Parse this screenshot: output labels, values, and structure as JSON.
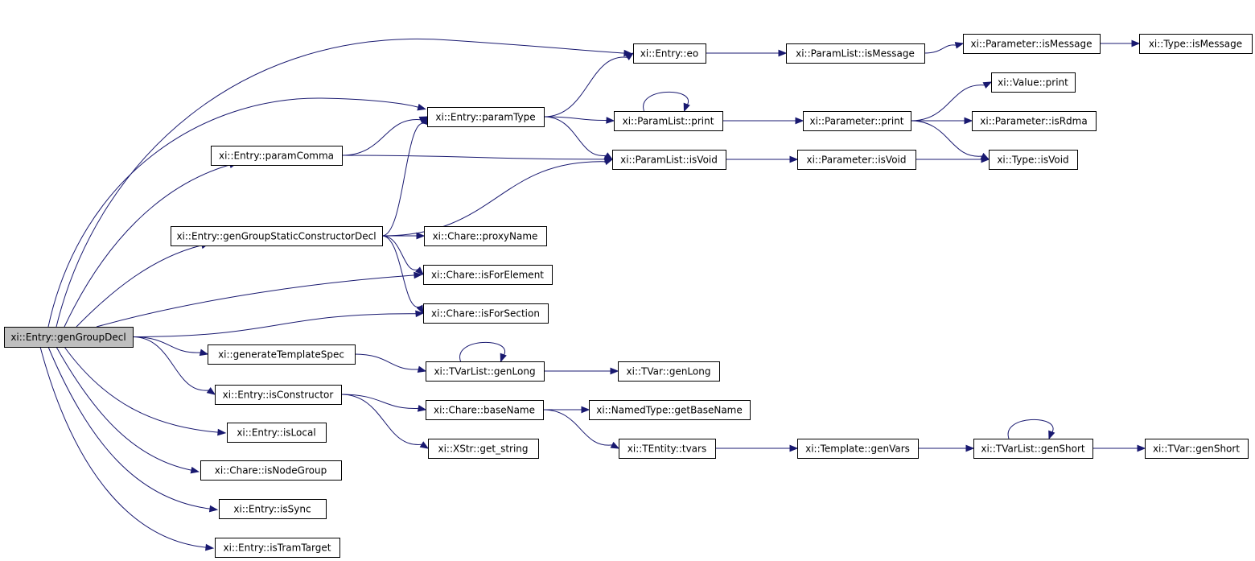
{
  "diagram": {
    "type": "call-graph",
    "edge_color": "#191970",
    "root_fill": "#bfbfbf",
    "node_fill": "#ffffff",
    "nodes": [
      {
        "id": "genGroupDecl",
        "label": "xi::Entry::genGroupDecl",
        "root": true
      },
      {
        "id": "eo",
        "label": "xi::Entry::eo"
      },
      {
        "id": "pl_isMessage",
        "label": "xi::ParamList::isMessage"
      },
      {
        "id": "p_isMessage",
        "label": "xi::Parameter::isMessage"
      },
      {
        "id": "t_isMessage",
        "label": "xi::Type::isMessage"
      },
      {
        "id": "v_print",
        "label": "xi::Value::print"
      },
      {
        "id": "paramType",
        "label": "xi::Entry::paramType"
      },
      {
        "id": "pl_print",
        "label": "xi::ParamList::print"
      },
      {
        "id": "p_print",
        "label": "xi::Parameter::print"
      },
      {
        "id": "p_isRdma",
        "label": "xi::Parameter::isRdma"
      },
      {
        "id": "paramComma",
        "label": "xi::Entry::paramComma"
      },
      {
        "id": "pl_isVoid",
        "label": "xi::ParamList::isVoid"
      },
      {
        "id": "p_isVoid",
        "label": "xi::Parameter::isVoid"
      },
      {
        "id": "t_isVoid",
        "label": "xi::Type::isVoid"
      },
      {
        "id": "genGroupStatic",
        "label": "xi::Entry::genGroupStaticConstructorDecl"
      },
      {
        "id": "proxyName",
        "label": "xi::Chare::proxyName"
      },
      {
        "id": "isForElement",
        "label": "xi::Chare::isForElement"
      },
      {
        "id": "isForSection",
        "label": "xi::Chare::isForSection"
      },
      {
        "id": "genTemplateSpec",
        "label": "xi::generateTemplateSpec"
      },
      {
        "id": "tvl_genLong",
        "label": "xi::TVarList::genLong"
      },
      {
        "id": "tv_genLong",
        "label": "xi::TVar::genLong"
      },
      {
        "id": "isConstructor",
        "label": "xi::Entry::isConstructor"
      },
      {
        "id": "baseName",
        "label": "xi::Chare::baseName"
      },
      {
        "id": "getBaseName",
        "label": "xi::NamedType::getBaseName"
      },
      {
        "id": "get_string",
        "label": "xi::XStr::get_string"
      },
      {
        "id": "tvars",
        "label": "xi::TEntity::tvars"
      },
      {
        "id": "genVars",
        "label": "xi::Template::genVars"
      },
      {
        "id": "tvl_genShort",
        "label": "xi::TVarList::genShort"
      },
      {
        "id": "tv_genShort",
        "label": "xi::TVar::genShort"
      },
      {
        "id": "isLocal",
        "label": "xi::Entry::isLocal"
      },
      {
        "id": "isNodeGroup",
        "label": "xi::Chare::isNodeGroup"
      },
      {
        "id": "isSync",
        "label": "xi::Entry::isSync"
      },
      {
        "id": "isTramTarget",
        "label": "xi::Entry::isTramTarget"
      }
    ],
    "edges": [
      {
        "from": "genGroupDecl",
        "to": "eo"
      },
      {
        "from": "genGroupDecl",
        "to": "paramType"
      },
      {
        "from": "genGroupDecl",
        "to": "paramComma"
      },
      {
        "from": "genGroupDecl",
        "to": "genGroupStatic"
      },
      {
        "from": "genGroupDecl",
        "to": "isForElement"
      },
      {
        "from": "genGroupDecl",
        "to": "isForSection"
      },
      {
        "from": "genGroupDecl",
        "to": "genTemplateSpec"
      },
      {
        "from": "genGroupDecl",
        "to": "isConstructor"
      },
      {
        "from": "genGroupDecl",
        "to": "isLocal"
      },
      {
        "from": "genGroupDecl",
        "to": "isNodeGroup"
      },
      {
        "from": "genGroupDecl",
        "to": "isSync"
      },
      {
        "from": "genGroupDecl",
        "to": "isTramTarget"
      },
      {
        "from": "eo",
        "to": "pl_isMessage"
      },
      {
        "from": "pl_isMessage",
        "to": "p_isMessage"
      },
      {
        "from": "p_isMessage",
        "to": "t_isMessage"
      },
      {
        "from": "paramType",
        "to": "eo"
      },
      {
        "from": "paramType",
        "to": "pl_print"
      },
      {
        "from": "paramType",
        "to": "pl_isVoid"
      },
      {
        "from": "pl_print",
        "to": "pl_print"
      },
      {
        "from": "pl_print",
        "to": "p_print"
      },
      {
        "from": "p_print",
        "to": "v_print"
      },
      {
        "from": "p_print",
        "to": "p_isRdma"
      },
      {
        "from": "p_print",
        "to": "t_isVoid"
      },
      {
        "from": "paramComma",
        "to": "paramType"
      },
      {
        "from": "paramComma",
        "to": "pl_isVoid"
      },
      {
        "from": "pl_isVoid",
        "to": "p_isVoid"
      },
      {
        "from": "p_isVoid",
        "to": "t_isVoid"
      },
      {
        "from": "genGroupStatic",
        "to": "paramType"
      },
      {
        "from": "genGroupStatic",
        "to": "pl_isVoid"
      },
      {
        "from": "genGroupStatic",
        "to": "proxyName"
      },
      {
        "from": "genGroupStatic",
        "to": "isForElement"
      },
      {
        "from": "genGroupStatic",
        "to": "isForSection"
      },
      {
        "from": "genTemplateSpec",
        "to": "tvl_genLong"
      },
      {
        "from": "tvl_genLong",
        "to": "tvl_genLong"
      },
      {
        "from": "tvl_genLong",
        "to": "tv_genLong"
      },
      {
        "from": "isConstructor",
        "to": "baseName"
      },
      {
        "from": "isConstructor",
        "to": "get_string"
      },
      {
        "from": "baseName",
        "to": "getBaseName"
      },
      {
        "from": "baseName",
        "to": "tvars"
      },
      {
        "from": "tvars",
        "to": "genVars"
      },
      {
        "from": "genVars",
        "to": "tvl_genShort"
      },
      {
        "from": "tvl_genShort",
        "to": "tvl_genShort"
      },
      {
        "from": "tvl_genShort",
        "to": "tv_genShort"
      }
    ]
  }
}
